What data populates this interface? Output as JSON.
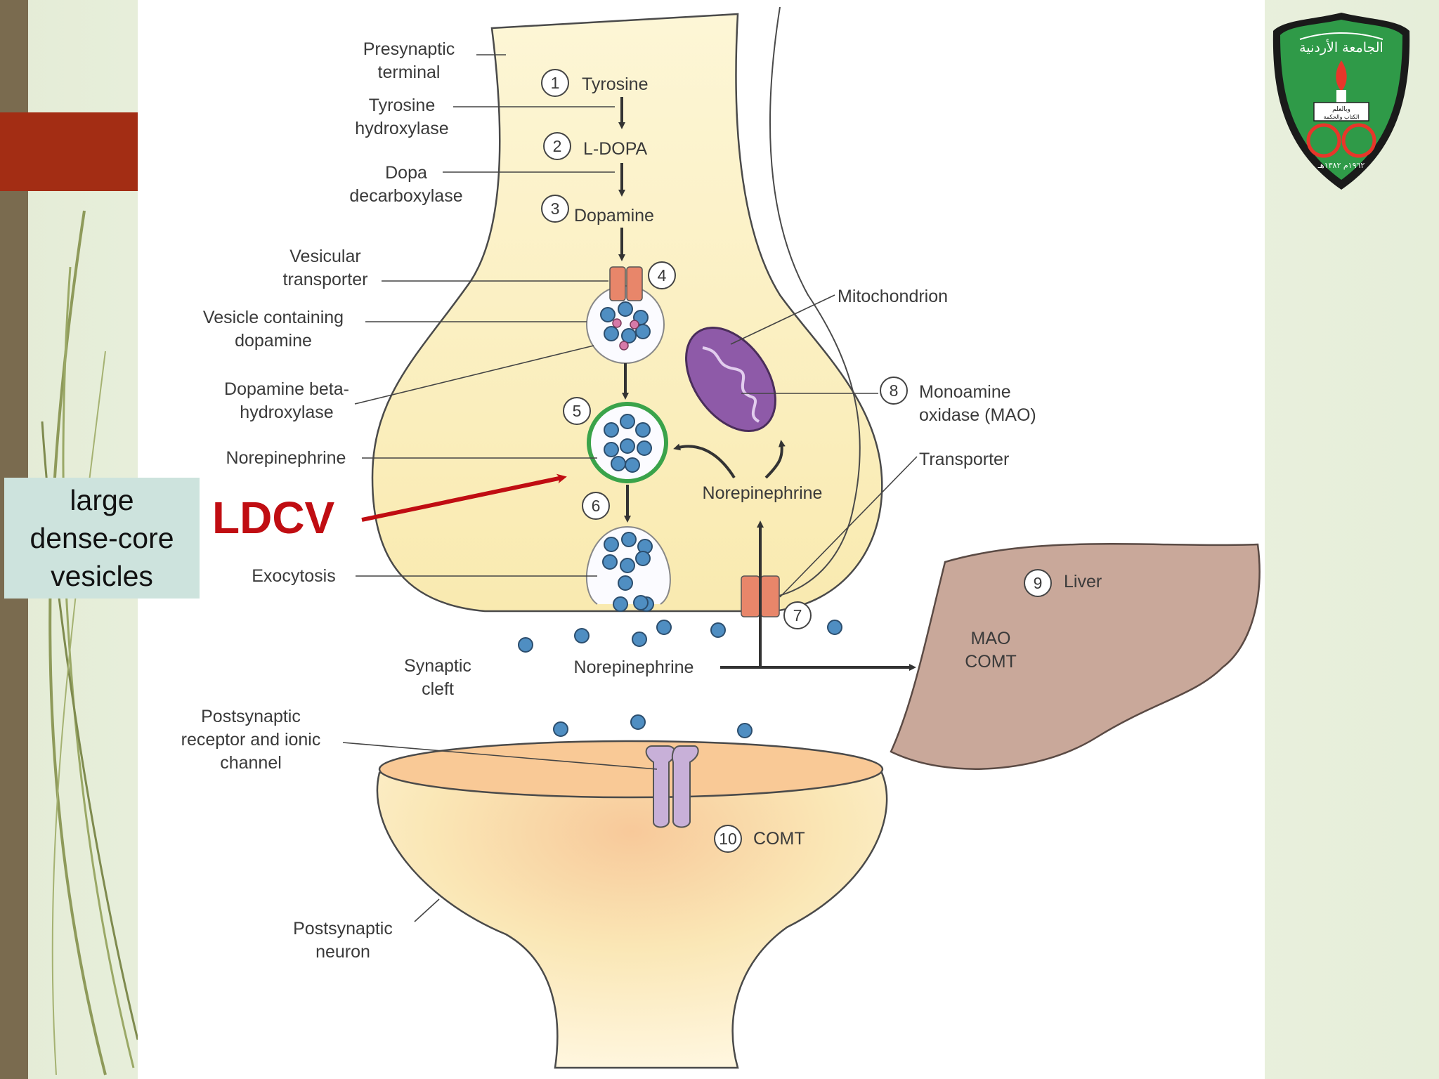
{
  "slide": {
    "callout": {
      "label": "large\ndense-core\nvesicles",
      "tag": "LDCV"
    },
    "logo": {
      "arabic_name": "الجامعة الأردنية",
      "year_text": "١٩٦٢م ١٣٨٢هـ",
      "book_motto": "وبالعلم",
      "book_motto_2": "الكتاب والحكمة"
    }
  },
  "diagram": {
    "labels": {
      "presynaptic_terminal": "Presynaptic\nterminal",
      "tyrosine_hydroxylase": "Tyrosine\nhydroxylase",
      "dopa_decarboxylase": "Dopa\ndecarboxylase",
      "vesicular_transporter": "Vesicular\ntransporter",
      "vesicle_containing_dopamine": "Vesicle containing\ndopamine",
      "dopamine_beta_hydroxylase": "Dopamine beta-\nhydroxylase",
      "norepinephrine_vesicle": "Norepinephrine",
      "exocytosis": "Exocytosis",
      "synaptic_cleft": "Synaptic\ncleft",
      "postsynaptic_receptor": "Postsynaptic\nreceptor and ionic\nchannel",
      "postsynaptic_neuron": "Postsynaptic\nneuron",
      "mitochondrion": "Mitochondrion",
      "monoamine_oxidase": "Monoamine\noxidase (MAO)",
      "transporter": "Transporter",
      "norepinephrine_reuptake": "Norepinephrine",
      "norepinephrine_cleft": "Norepinephrine",
      "liver": "Liver",
      "liver_enzymes": "MAO\nCOMT",
      "comt": "COMT"
    },
    "steps": [
      {
        "number": "1",
        "label": "Tyrosine"
      },
      {
        "number": "2",
        "label": "L-DOPA"
      },
      {
        "number": "3",
        "label": "Dopamine"
      },
      {
        "number": "4",
        "label": ""
      },
      {
        "number": "5",
        "label": ""
      },
      {
        "number": "6",
        "label": ""
      },
      {
        "number": "7",
        "label": ""
      },
      {
        "number": "8",
        "label": ""
      },
      {
        "number": "9",
        "label": ""
      },
      {
        "number": "10",
        "label": ""
      }
    ],
    "colors": {
      "cytoplasm": "#fbf1c4",
      "membrane": "#4a4a4a",
      "molecule": "#4f8ec2",
      "mitochondrion": "#8e5aa8",
      "liver": "#c9a89a",
      "transporter": "#e8866a",
      "receptor": "#c8b0d8",
      "ldcv_ring": "#3aa34a",
      "arrow_red": "#c00d12"
    }
  }
}
